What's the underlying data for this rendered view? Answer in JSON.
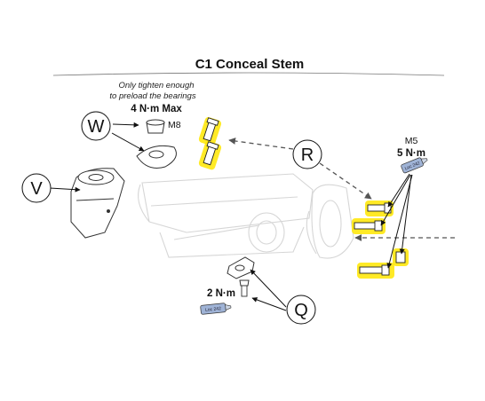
{
  "title": "C1 Conceal Stem",
  "headset_top": {
    "note_line1": "Only tighten enough",
    "note_line2": "to preload the bearings",
    "torque": "4 N·m Max",
    "bolt_size": "M8"
  },
  "faceplate": {
    "bolt_size": "M5",
    "torque": "5 N·m"
  },
  "clip": {
    "torque": "2 N·m"
  },
  "callouts": {
    "v": "V",
    "w": "W",
    "r": "R",
    "q": "Q"
  },
  "threadlocker_label": "Loc 242",
  "colors": {
    "highlight": "#ffe600",
    "threadlocker_tube": "#9fb3d6"
  }
}
